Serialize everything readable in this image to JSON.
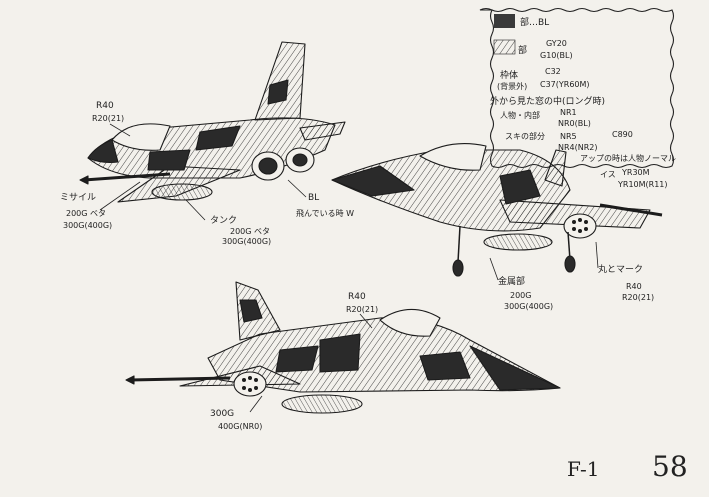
{
  "legend": {
    "row1_suffix": "部…BL",
    "row2_suffix": "部",
    "row2_codes": [
      "GY20",
      "G10(BL)"
    ],
    "frame_label": [
      "枠体",
      "(背景外)"
    ],
    "frame_codes": [
      "C32",
      "C37(YR60M)"
    ],
    "cockpit_heading": "外から見た窓の中(ロング時)",
    "person_label": "人物・内部",
    "person_codes": [
      "NR1",
      "NR0(BL)"
    ],
    "gap_label": "スキの部分",
    "gap_codes": [
      "NR5",
      "C890",
      "NR4(NR2)"
    ],
    "closeup_note": "アップの時は人物ノーマル",
    "seat_label": "イス",
    "seat_codes": [
      "YR30M",
      "YR10M(R11)"
    ]
  },
  "colors": {
    "swatch_dark": "#3a3a3a",
    "paper": "#f3f1ec",
    "ink": "#1c1c1c"
  },
  "aircraft_left": {
    "r40": "R40",
    "r20": "R20(21)",
    "missile": "ミサイル",
    "missile_codes": [
      "200G ベタ",
      "300G(400G)"
    ],
    "tank": "タンク",
    "tank_codes": [
      "200G ベタ",
      "300G(400G)"
    ],
    "bl": "BL",
    "note": "飛んでいる時 W"
  },
  "aircraft_right": {
    "metal": "金属部",
    "metal_codes": [
      "200G",
      "300G(400G)"
    ],
    "marking": "丸とマーク",
    "r40": "R40",
    "r20": "R20(21)"
  },
  "aircraft_bottom": {
    "r40": "R40",
    "r20": "R20(21)",
    "codes": [
      "300G",
      "400G(NR0)"
    ]
  },
  "footer": {
    "code": "F-1",
    "page": "58"
  }
}
